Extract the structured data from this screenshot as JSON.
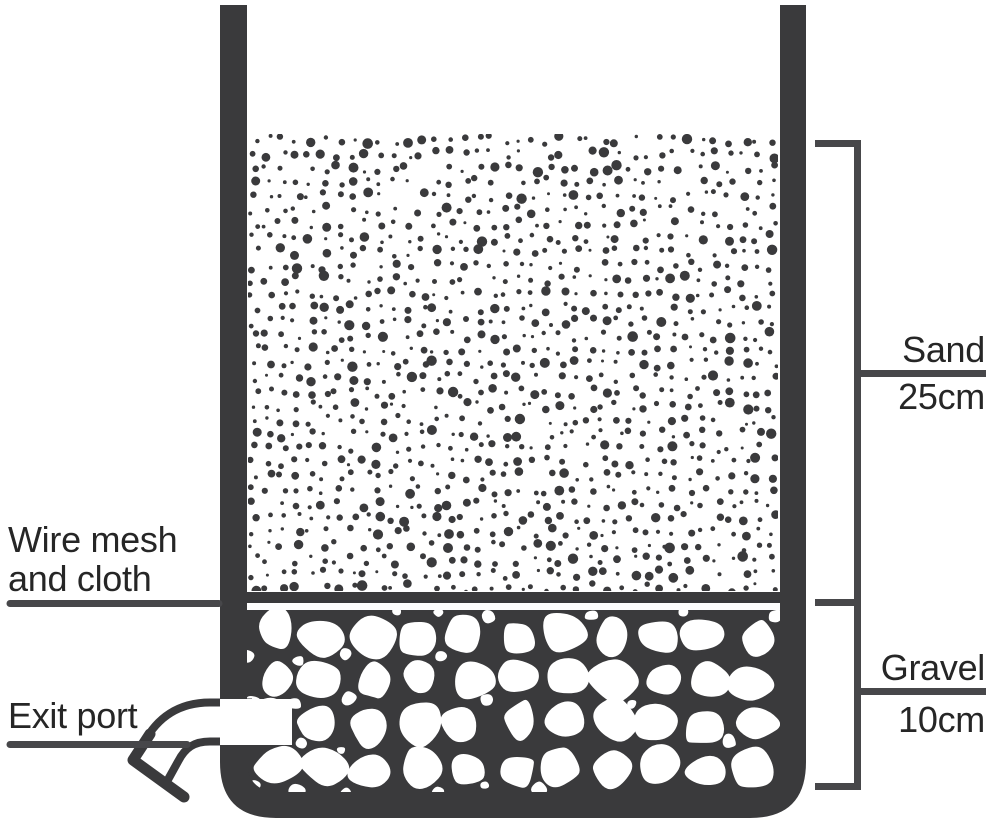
{
  "diagram": {
    "kind": "labeled cross-section of a layered filter container"
  },
  "labels": {
    "wire_mesh_line1": "Wire mesh",
    "wire_mesh_line2": "and cloth",
    "exit_port": "Exit port"
  },
  "layers": [
    {
      "name": "Sand",
      "depth": "25cm",
      "texture": "stippled-dots"
    },
    {
      "name": "Gravel",
      "depth": "10cm",
      "texture": "pebbles"
    }
  ],
  "colors": {
    "ink": "#3a3a3c",
    "line": "#47474a",
    "text": "#262626",
    "background": "#ffffff"
  }
}
